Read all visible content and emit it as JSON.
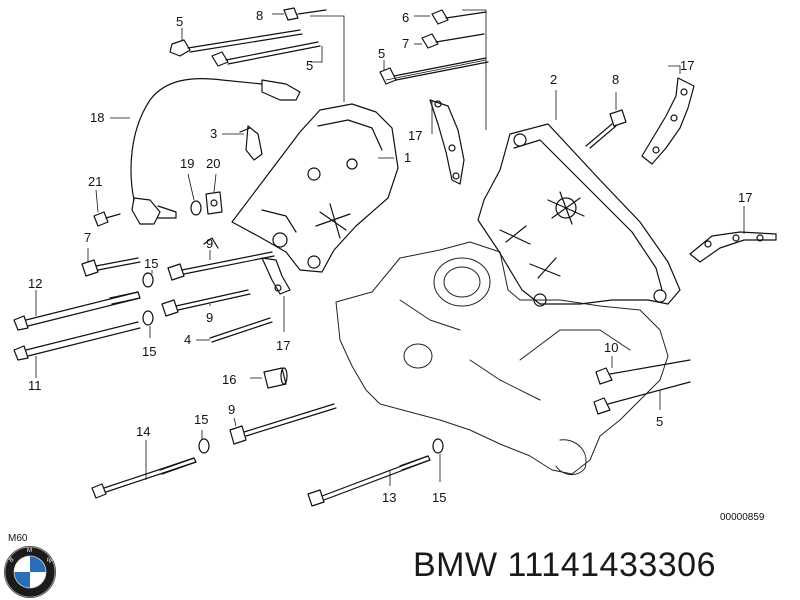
{
  "diagram": {
    "callouts": [
      {
        "id": "c5a",
        "text": "5"
      },
      {
        "id": "c8a",
        "text": "8"
      },
      {
        "id": "c5b",
        "text": "5"
      },
      {
        "id": "c6",
        "text": "6"
      },
      {
        "id": "c7a",
        "text": "7"
      },
      {
        "id": "c5c",
        "text": "5"
      },
      {
        "id": "c17a",
        "text": "17"
      },
      {
        "id": "c2",
        "text": "2"
      },
      {
        "id": "c8b",
        "text": "8"
      },
      {
        "id": "c18",
        "text": "18"
      },
      {
        "id": "c3",
        "text": "3"
      },
      {
        "id": "c1",
        "text": "1"
      },
      {
        "id": "c17b",
        "text": "17"
      },
      {
        "id": "c19",
        "text": "19"
      },
      {
        "id": "c20",
        "text": "20"
      },
      {
        "id": "c21",
        "text": "21"
      },
      {
        "id": "c7b",
        "text": "7"
      },
      {
        "id": "c17c",
        "text": "17"
      },
      {
        "id": "c15a",
        "text": "15"
      },
      {
        "id": "c9a",
        "text": "9"
      },
      {
        "id": "c12",
        "text": "12"
      },
      {
        "id": "c9b",
        "text": "9"
      },
      {
        "id": "c4",
        "text": "4"
      },
      {
        "id": "c17d",
        "text": "17"
      },
      {
        "id": "c15b",
        "text": "15"
      },
      {
        "id": "c11",
        "text": "11"
      },
      {
        "id": "c10",
        "text": "10"
      },
      {
        "id": "c16",
        "text": "16"
      },
      {
        "id": "c5d",
        "text": "5"
      },
      {
        "id": "c14",
        "text": "14"
      },
      {
        "id": "c15c",
        "text": "15"
      },
      {
        "id": "c9c",
        "text": "9"
      },
      {
        "id": "c13",
        "text": "13"
      },
      {
        "id": "c15d",
        "text": "15"
      }
    ],
    "drawing_code": "00000859",
    "model_code": "M60"
  },
  "footer": {
    "brand": "BMW",
    "part_number": "11141433306",
    "title": "BMW 11141433306",
    "logo_icon": "bmw-roundel-icon",
    "logo_colors": {
      "blue": "#2a6fb5",
      "white": "#ffffff",
      "ring": "#1b1b1b"
    }
  }
}
